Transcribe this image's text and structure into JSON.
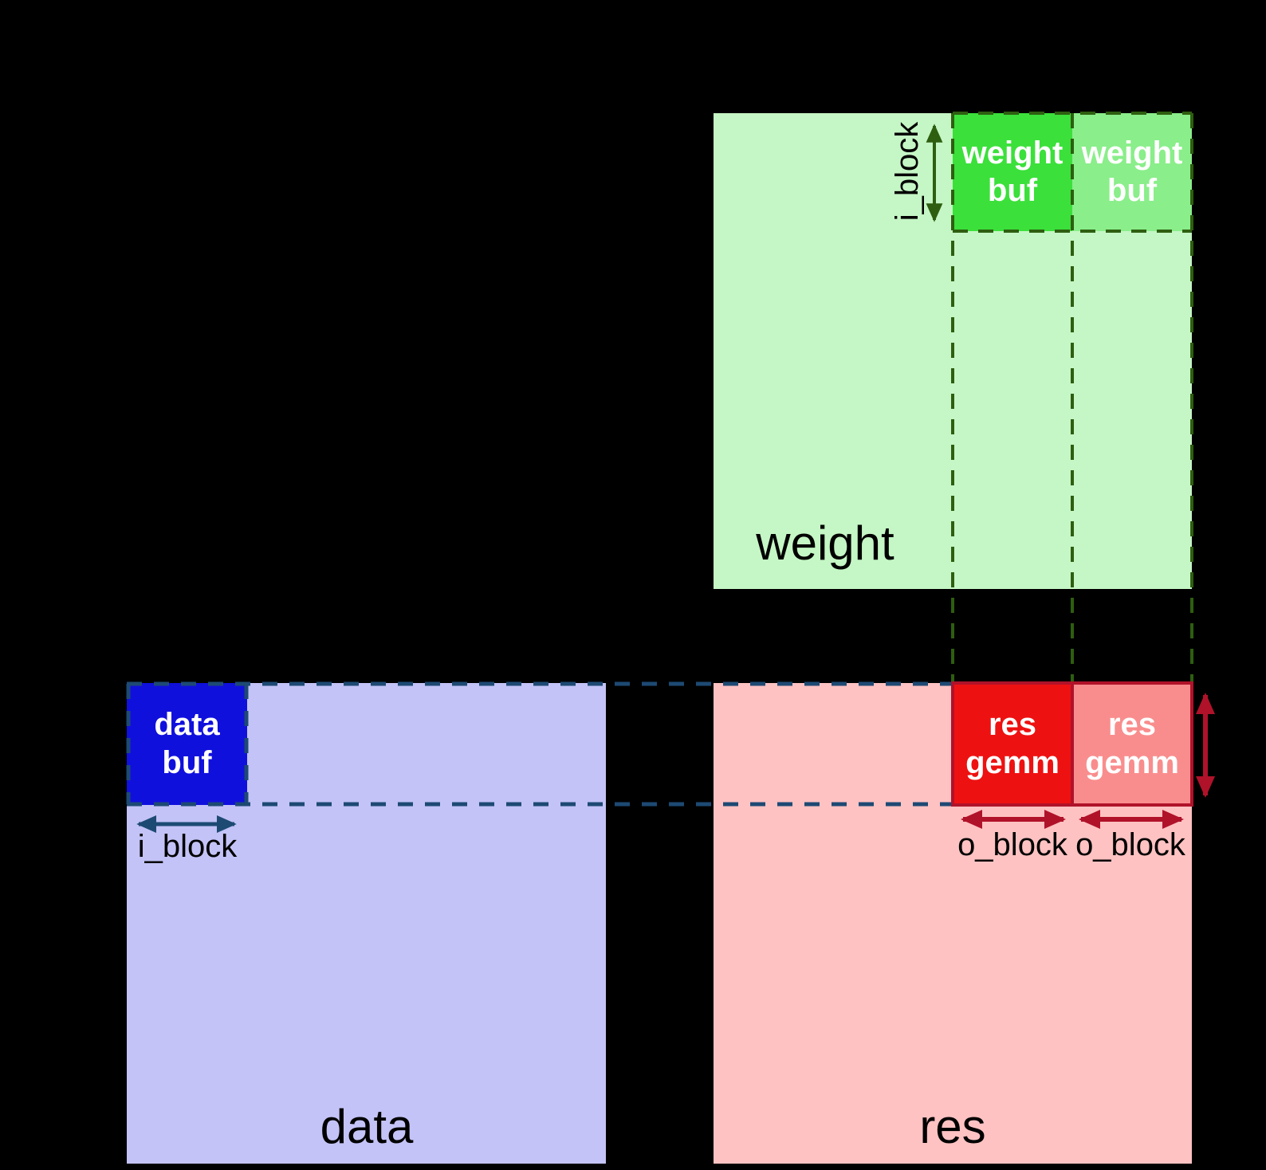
{
  "colors": {
    "background": "#000000",
    "weight-fill": "#c5f6c5",
    "weight-buf-active": "#3be03b",
    "weight-buf-next": "#8aee8a",
    "green-dash": "#2e5e10",
    "data-fill": "#c3c3f7",
    "data-buf-fill": "#1010dd",
    "navy-dash": "#1d4a73",
    "res-fill": "#ffc2c2",
    "res-gemm-active": "#ee1111",
    "res-gemm-next": "#f98d8d",
    "red-accent": "#b0122a",
    "label-dark": "#000000",
    "label-light": "#ffffff"
  },
  "matrices": {
    "weight": {
      "label": "weight"
    },
    "data": {
      "label": "data"
    },
    "res": {
      "label": "res"
    }
  },
  "buffers": {
    "weight_buf_1": {
      "label": "weight buf"
    },
    "weight_buf_2": {
      "label": "weight buf"
    },
    "data_buf": {
      "label": "data buf"
    },
    "res_gemm_1": {
      "label": "res gemm"
    },
    "res_gemm_2": {
      "label": "res gemm"
    }
  },
  "dimensions": {
    "i_block_weight": {
      "label": "i_block"
    },
    "i_block_data": {
      "label": "i_block"
    },
    "o_block_1": {
      "label": "o_block"
    },
    "o_block_2": {
      "label": "o_block"
    }
  }
}
